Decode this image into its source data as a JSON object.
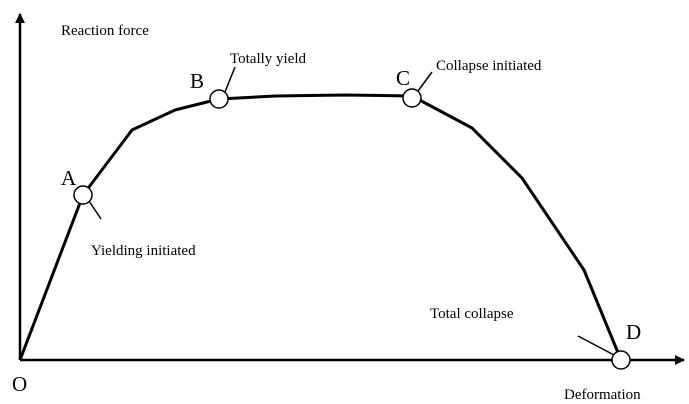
{
  "axes": {
    "y_label": "Reaction force",
    "x_label": "Deformation",
    "origin_label": "O"
  },
  "points": {
    "a": {
      "letter": "A",
      "annotation": "Yielding initiated"
    },
    "b": {
      "letter": "B",
      "annotation": "Totally yield"
    },
    "c": {
      "letter": "C",
      "annotation": "Collapse initiated"
    },
    "d": {
      "letter": "D",
      "annotation": "Total collapse"
    }
  },
  "colors": {
    "stroke": "#000000",
    "background": "#ffffff"
  }
}
